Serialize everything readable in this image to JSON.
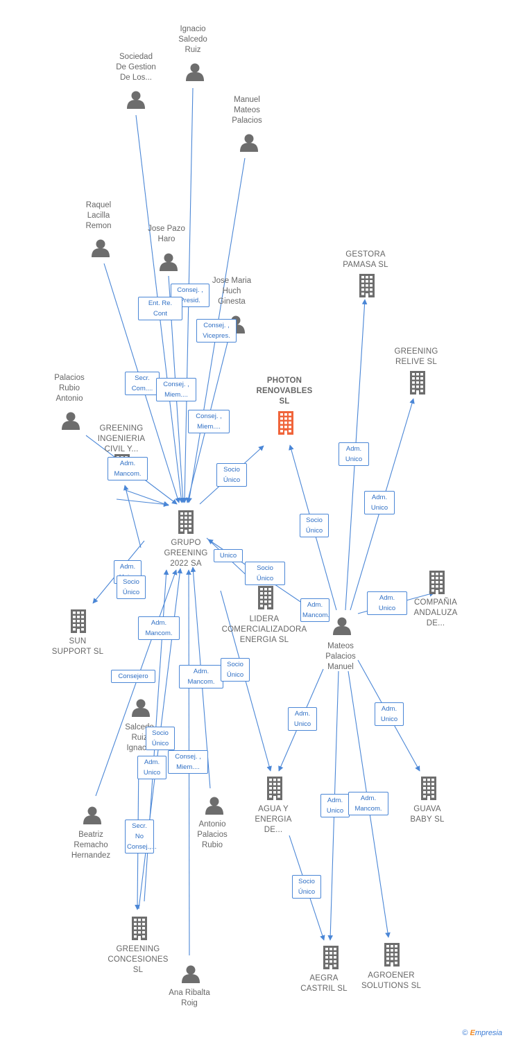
{
  "nodes": [
    {
      "id": "ignacio_sr",
      "type": "person",
      "label": "Ignacio\nSalcedo\nRuiz"
    },
    {
      "id": "sociedad",
      "type": "person",
      "label": "Sociedad\nDe Gestion\nDe Los..."
    },
    {
      "id": "manuel_mp",
      "type": "person",
      "label": "Manuel\nMateos\nPalacios"
    },
    {
      "id": "raquel",
      "type": "person",
      "label": "Raquel\nLacilla\nRemon"
    },
    {
      "id": "jose_pazo",
      "type": "person",
      "label": "Jose Pazo\nHaro"
    },
    {
      "id": "jose_maria",
      "type": "person",
      "label": "Jose Maria\nHuch\nGinesta"
    },
    {
      "id": "photon",
      "type": "company_focus",
      "label": "PHOTON\nRENOVABLES\nSL"
    },
    {
      "id": "gestora",
      "type": "company",
      "label": "GESTORA\nPAMASA  SL"
    },
    {
      "id": "greening_relive",
      "type": "company",
      "label": "GREENING\nRELIVE  SL"
    },
    {
      "id": "palacios_ra",
      "type": "person",
      "label": "Palacios\nRubio\nAntonio"
    },
    {
      "id": "greening_ing",
      "type": "company",
      "label": "GREENING\nINGENIERIA\nCIVIL Y..."
    },
    {
      "id": "grupo",
      "type": "company_main",
      "label": "GRUPO\nGREENING\n2022 SA"
    },
    {
      "id": "compania",
      "type": "company",
      "label": "COMPAÑIA\nANDALUZA\nDE..."
    },
    {
      "id": "sun",
      "type": "company",
      "label": "SUN\nSUPPORT  SL"
    },
    {
      "id": "lidera",
      "type": "company",
      "label": "LIDERA\nCOMERCIALIZADORA\nENERGIA  SL"
    },
    {
      "id": "mateos_pm",
      "type": "person",
      "label": "Mateos\nPalacios\nManuel"
    },
    {
      "id": "salcedo_ri",
      "type": "person",
      "label": "Salcedo\nRuiz\nIgnacio"
    },
    {
      "id": "beatriz",
      "type": "person",
      "label": "Beatriz\nRemacho\nHernandez"
    },
    {
      "id": "antonio_pr",
      "type": "person",
      "label": "Antonio\nPalacios\nRubio"
    },
    {
      "id": "agua",
      "type": "company",
      "label": "AGUA Y\nENERGIA\nDE..."
    },
    {
      "id": "guava",
      "type": "company",
      "label": "GUAVA\nBABY  SL"
    },
    {
      "id": "greening_con",
      "type": "company",
      "label": "GREENING\nCONCESIONES\nSL"
    },
    {
      "id": "ana",
      "type": "person",
      "label": "Ana Ribalta\nRoig"
    },
    {
      "id": "aegra",
      "type": "company",
      "label": "AEGRA\nCASTRIL  SL"
    },
    {
      "id": "agroener",
      "type": "company",
      "label": "AGROENER\nSOLUTIONS  SL"
    }
  ],
  "relations": [
    "Consej. ,\nPresid.",
    "Ent.  Re.\nCont",
    "Consej. ,\nVicepres.",
    "Secr.\nCom....",
    "Consej. ,\nMiem....",
    "Consej. ,\nMiem....",
    "Adm.\nMancom.",
    "Socio\nÚnico",
    "Socio\nÚnico",
    "Adm.\nUnico",
    "Adm.\nUnico",
    "Adm.\nUnico",
    "Socio\nÚnico",
    "Unico",
    "Socio\nÚnico",
    "Adm.\nMancom.",
    "Adm.\nUnico",
    "Adm.\nMancom.",
    "Adm.\nMancom.",
    "Socio\nÚnico",
    "Consejero",
    "Secr.  No\nConsej.,...",
    "Adm.\nUnico",
    "Adm.\nUnico",
    "Socio\nÚnico",
    "Consej. ,\nMiem....",
    "Adm.\nUnico",
    "Adm.\nMancom.",
    "Adm.\nUnico",
    "Socio\nÚnico"
  ],
  "colors": {
    "edge": "#4a86d6",
    "icon": "#6d6d6d",
    "focus": "#f0643a",
    "badge_text": "#2f6fc4"
  },
  "footer": {
    "copyright": "©",
    "brand_first": "E",
    "brand_rest": "mpresia"
  }
}
